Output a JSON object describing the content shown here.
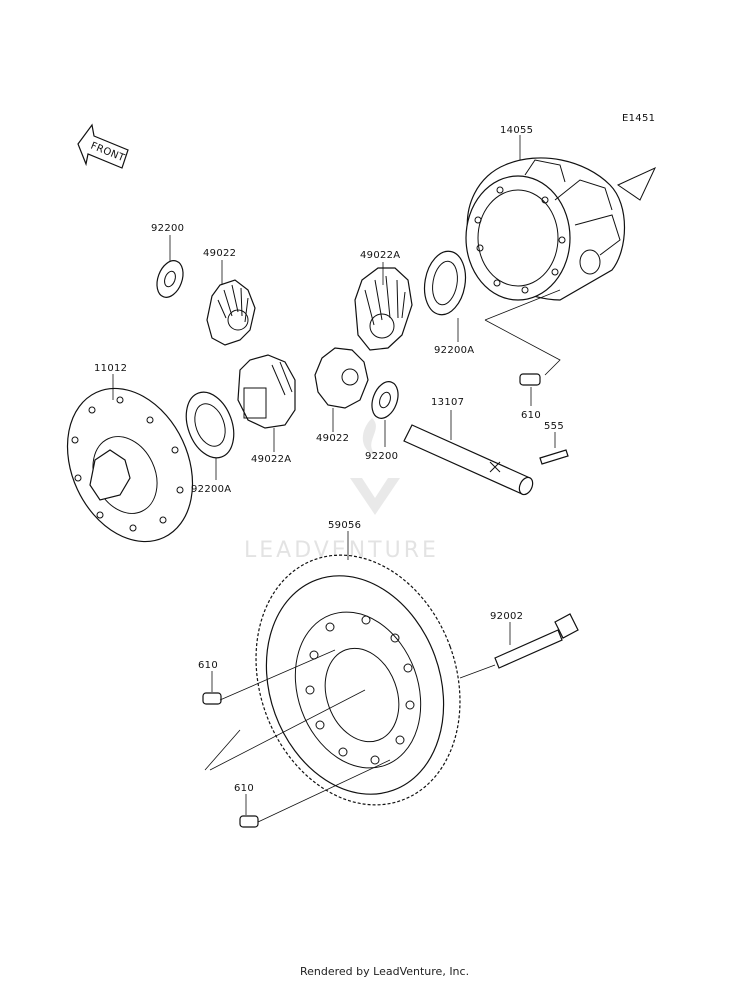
{
  "diagram": {
    "code": "E1451",
    "front_label": "FRONT",
    "watermark": "LEADVENTURE",
    "footer": "Rendered by LeadVenture, Inc.",
    "callouts": [
      {
        "id": "14055",
        "text": "14055"
      },
      {
        "id": "92200-a",
        "text": "92200"
      },
      {
        "id": "49022-a",
        "text": "49022"
      },
      {
        "id": "49022A-a",
        "text": "49022A"
      },
      {
        "id": "92200A-a",
        "text": "92200A"
      },
      {
        "id": "11012",
        "text": "11012"
      },
      {
        "id": "49022A-b",
        "text": "49022A"
      },
      {
        "id": "49022-b",
        "text": "49022"
      },
      {
        "id": "92200-b",
        "text": "92200"
      },
      {
        "id": "92200A-b",
        "text": "92200A"
      },
      {
        "id": "13107",
        "text": "13107"
      },
      {
        "id": "610-a",
        "text": "610"
      },
      {
        "id": "555",
        "text": "555"
      },
      {
        "id": "59056",
        "text": "59056"
      },
      {
        "id": "92002",
        "text": "92002"
      },
      {
        "id": "610-b",
        "text": "610"
      },
      {
        "id": "610-c",
        "text": "610"
      }
    ]
  }
}
